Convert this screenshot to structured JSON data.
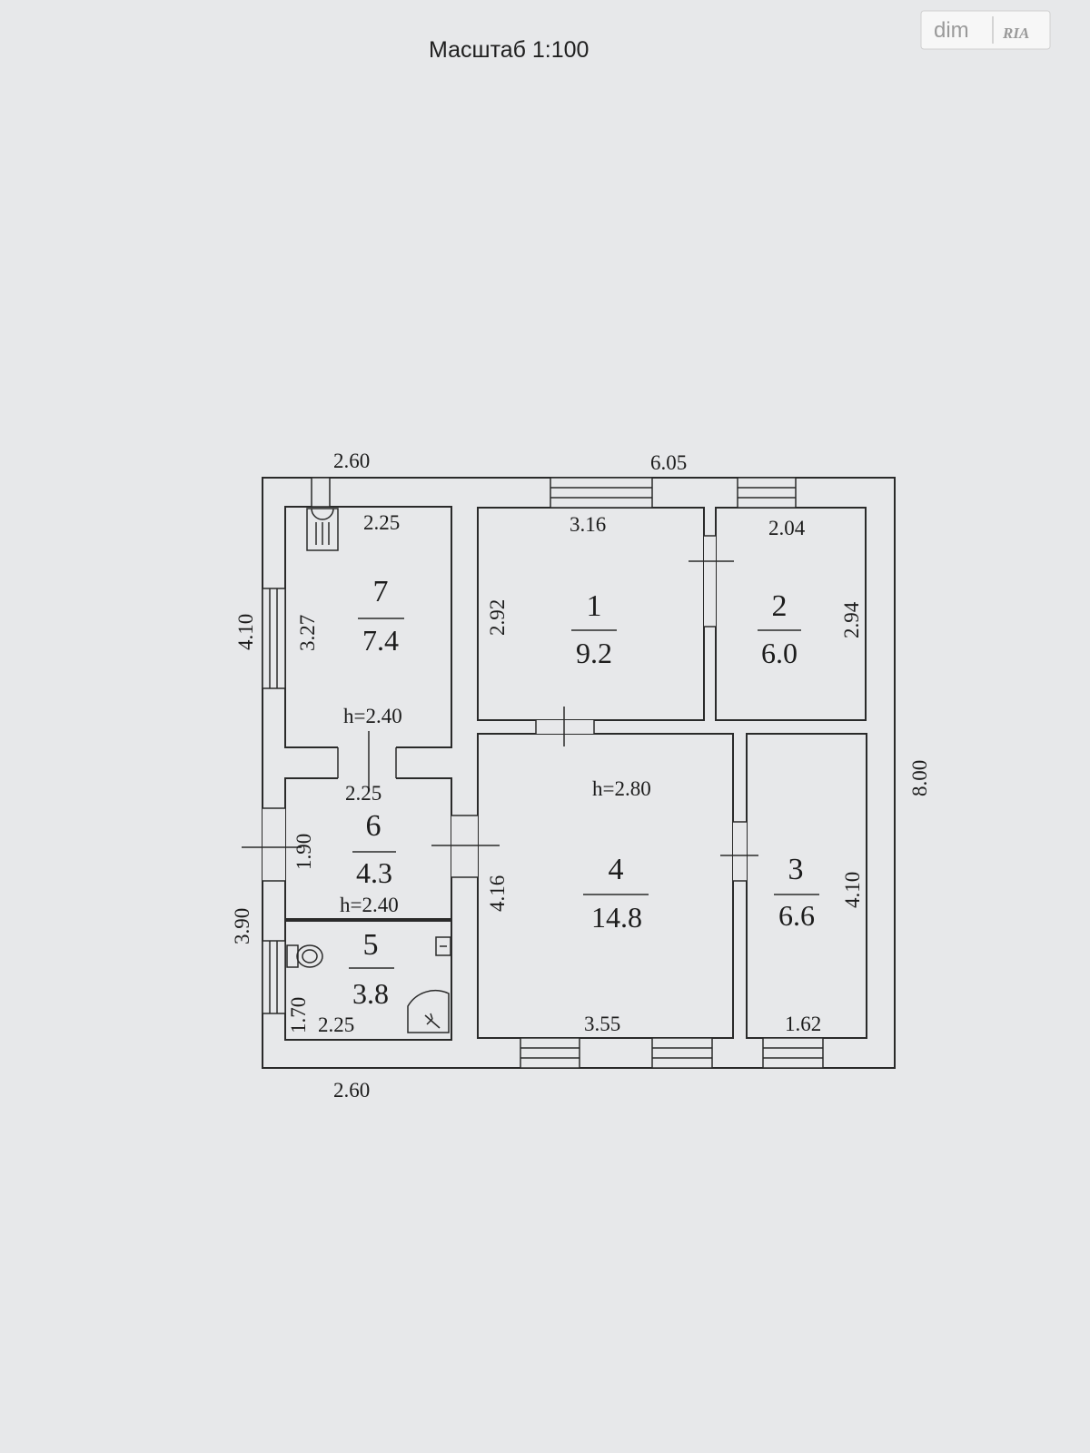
{
  "watermark": {
    "brand": "dim",
    "sub": "RIA"
  },
  "scale_label": "Масштаб 1:100",
  "outer_dimensions": {
    "top_left": "2.60",
    "top_right": "6.05",
    "left_upper": "4.10",
    "left_lower": "3.90",
    "right": "8.00",
    "bottom": "2.60"
  },
  "rooms": [
    {
      "number": "1",
      "area": "9.2",
      "width": "3.16",
      "length": "2.92"
    },
    {
      "number": "2",
      "area": "6.0",
      "width": "2.04",
      "length": "2.94"
    },
    {
      "number": "3",
      "area": "6.6",
      "width": "1.62",
      "length": "4.10"
    },
    {
      "number": "4",
      "area": "14.8",
      "width": "3.55",
      "length": "4.16",
      "height": "h=2.80"
    },
    {
      "number": "5",
      "area": "3.8",
      "width": "2.25",
      "length": "1.70"
    },
    {
      "number": "6",
      "area": "4.3",
      "width": "2.25",
      "length": "1.90",
      "height": "h=2.40"
    },
    {
      "number": "7",
      "area": "7.4",
      "width": "2.25",
      "length": "3.27",
      "height": "h=2.40"
    }
  ]
}
